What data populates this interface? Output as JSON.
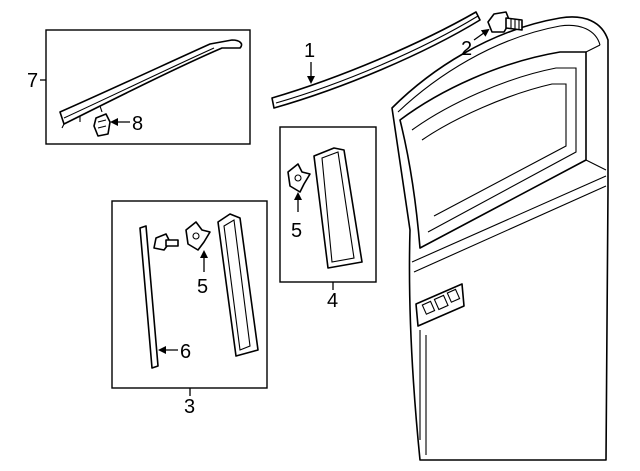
{
  "diagram": {
    "callouts": {
      "c1": "1",
      "c2": "2",
      "c3": "3",
      "c4": "4",
      "c5a": "5",
      "c5b": "5",
      "c6": "6",
      "c7": "7",
      "c8": "8"
    },
    "parts": {
      "p1": "roof-drip-molding",
      "p2": "bolt",
      "p3": "applique-assembly",
      "p4": "applique-assembly",
      "p5": "clip",
      "p6": "weatherstrip",
      "p7": "sash-molding",
      "p8": "clip",
      "door": "sliding-door-shell"
    },
    "colors": {
      "line": "#000000",
      "background": "#ffffff"
    }
  }
}
